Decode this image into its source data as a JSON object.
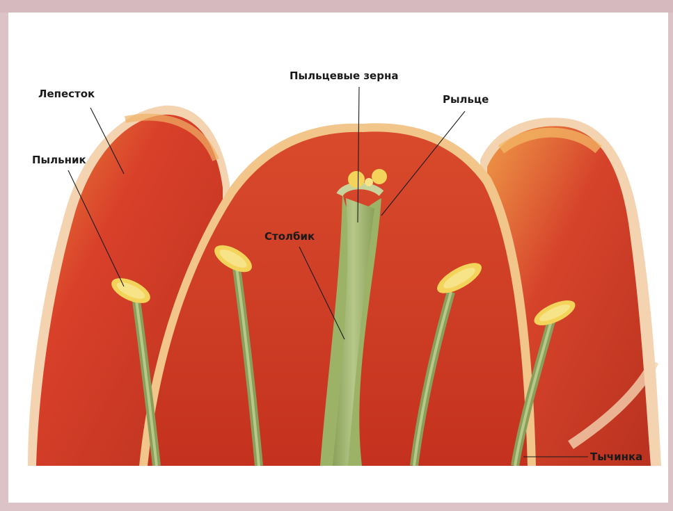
{
  "labels": {
    "petal": "Лепесток",
    "anther": "Пыльник",
    "pollen": "Пыльцевые зерна",
    "stigma": "Рыльце",
    "style": "Столбик",
    "stamen": "Тычинка"
  },
  "colors": {
    "petal_main": "#d9402a",
    "petal_dark": "#b9321f",
    "petal_edge": "#f2c58a",
    "petal_highlight": "#e8893a",
    "filament": "#8aa05a",
    "filament_light": "#b7c889",
    "anther": "#f3d35a",
    "background": "#ffffff",
    "frame": "#dcc3c8"
  }
}
